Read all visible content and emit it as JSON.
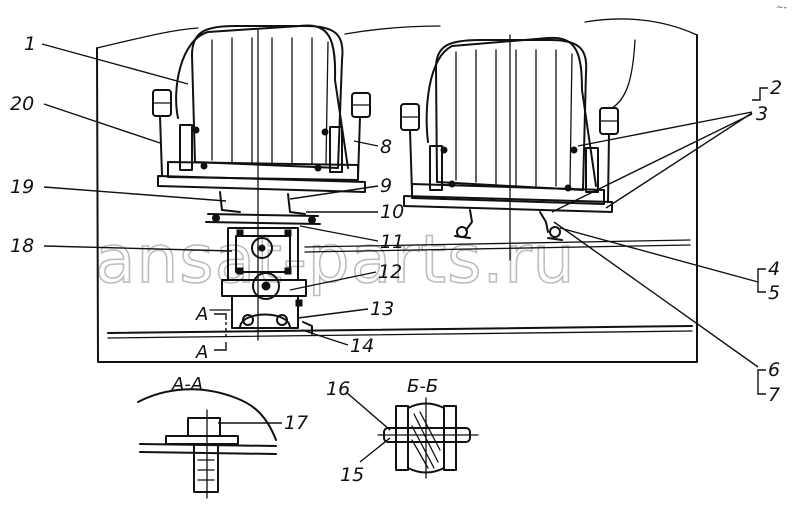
{
  "watermark": "ansat-parts.ru",
  "corner_mark": "~-",
  "section_labels": {
    "aa": "А-А",
    "bb": "Б-Б",
    "a_upper": "А",
    "a_lower": "А"
  },
  "callouts": {
    "c1": "1",
    "c2": "2",
    "c3": "3",
    "c4": "4",
    "c5": "5",
    "c6": "6",
    "c7": "7",
    "c8": "8",
    "c9": "9",
    "c10": "10",
    "c11": "11",
    "c12": "12",
    "c13": "13",
    "c14": "14",
    "c15": "15",
    "c16": "16",
    "c17": "17",
    "c18": "18",
    "c19": "19",
    "c20": "20"
  }
}
